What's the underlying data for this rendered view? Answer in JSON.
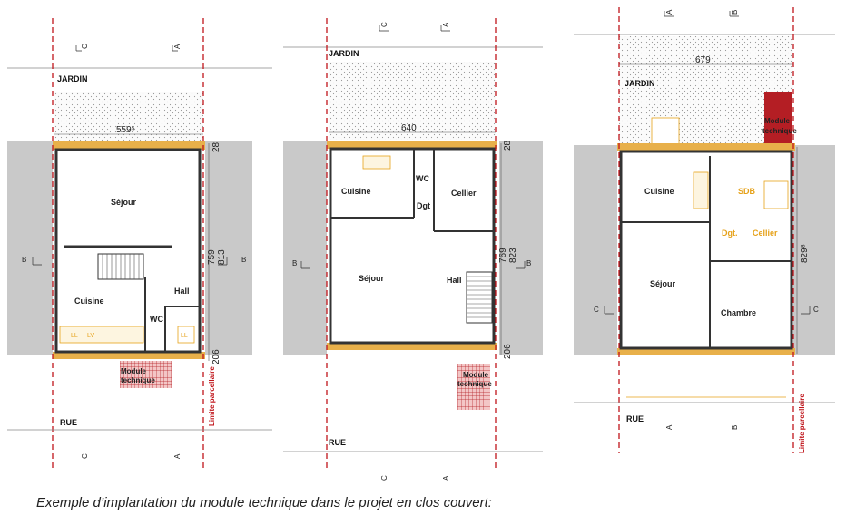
{
  "caption": "Exemple d’implantation du module technique dans le projet en clos couvert:",
  "plans": [
    {
      "garden": "JARDIN",
      "street": "RUE",
      "width_dim": "559⁵",
      "depth_dims": [
        "28",
        "759",
        "813",
        "206"
      ],
      "rooms": [
        "Séjour",
        "Cuisine",
        "Hall",
        "WC"
      ],
      "module": [
        "Module",
        "technique"
      ],
      "limit": "Limite parcellaire",
      "cuts": [
        "C",
        "A",
        "B",
        "B",
        "C",
        "A"
      ],
      "appliances": [
        "LL",
        "LV",
        "LL"
      ]
    },
    {
      "garden": "JARDIN",
      "street": "RUE",
      "width_dim": "640",
      "depth_dims": [
        "28",
        "769",
        "823",
        "206"
      ],
      "rooms": [
        "Cuisine",
        "WC",
        "Cellier",
        "Dgt",
        "Séjour",
        "Hall"
      ],
      "module": [
        "Module",
        "technique"
      ],
      "cuts": [
        "C",
        "A",
        "B",
        "B",
        "C",
        "A"
      ]
    },
    {
      "garden": "JARDIN",
      "street": "RUE",
      "width_dim": "679",
      "depth_dims": [
        "829⁸"
      ],
      "rooms": [
        "Cuisine",
        "SDB",
        "Dgt.",
        "Cellier",
        "Séjour",
        "Chambre"
      ],
      "module": [
        "Module",
        "technique"
      ],
      "limit": "Limite parcellaire",
      "cuts": [
        "A",
        "B",
        "C",
        "C",
        "A",
        "B"
      ]
    }
  ],
  "colors": {
    "limit": "#c0151b",
    "module": "#b41e24",
    "wall": "#e8b04a",
    "neighbour": "#c9c9c9"
  }
}
